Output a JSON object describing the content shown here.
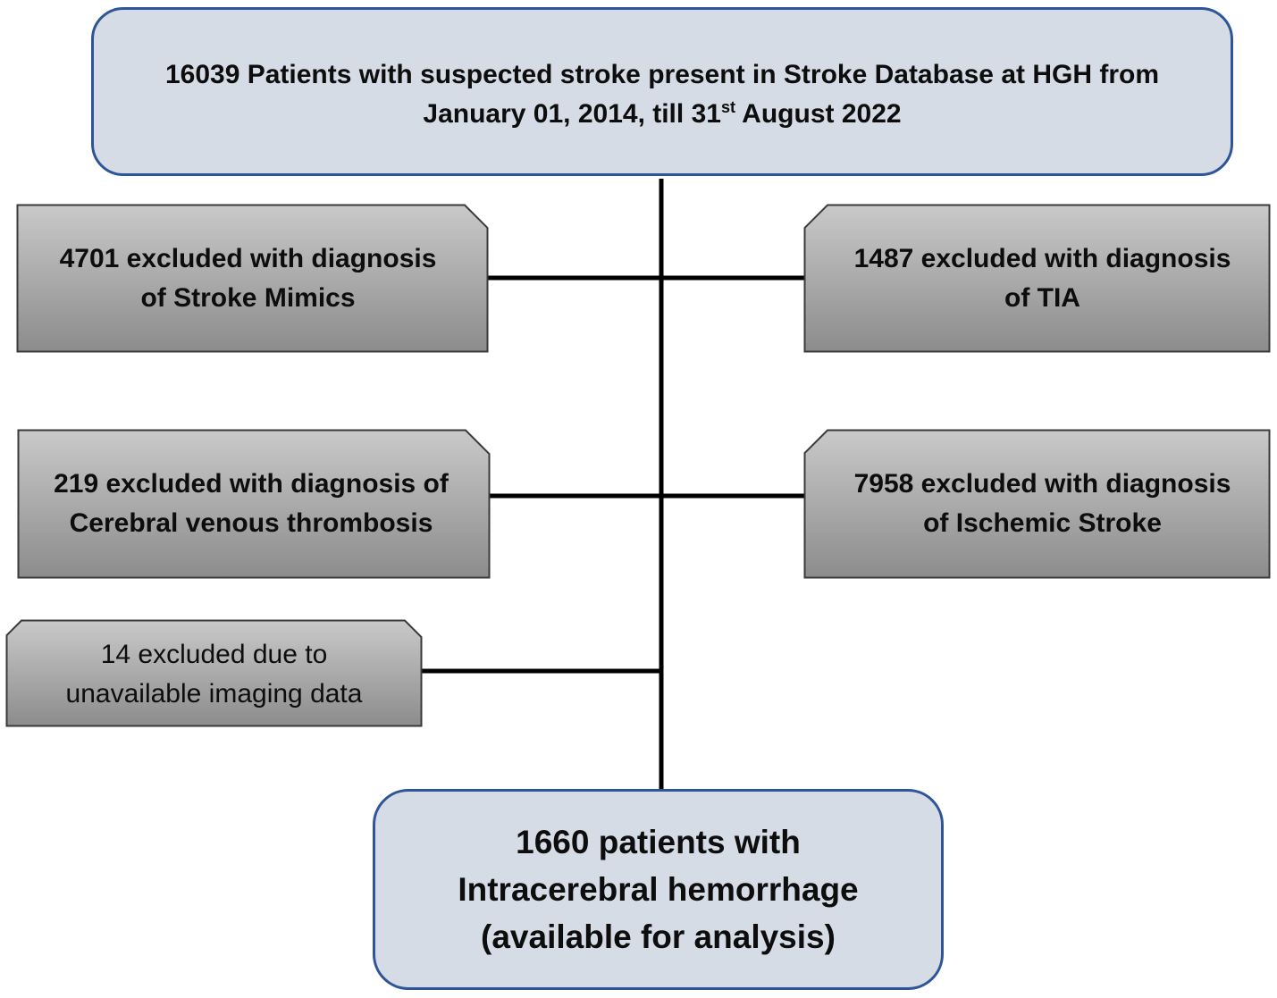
{
  "top_box": {
    "text_line1": "16039 Patients with suspected stroke present in Stroke Database at HGH from",
    "text_line2_pre": "January 01, 2014, till 31",
    "text_line2_sup": "st",
    "text_line2_post": " August 2022"
  },
  "exclusions": [
    {
      "line1": "4701 excluded with diagnosis",
      "line2": "of Stroke Mimics"
    },
    {
      "line1": "1487 excluded with diagnosis",
      "line2": "of TIA"
    },
    {
      "line1": "219 excluded with diagnosis of",
      "line2": "Cerebral venous thrombosis"
    },
    {
      "line1": "7958 excluded with diagnosis",
      "line2": "of Ischemic Stroke"
    },
    {
      "line1": "14 excluded due to",
      "line2": "unavailable imaging data"
    }
  ],
  "bottom_box": {
    "line1": "1660 patients with",
    "line2": "Intracerebral hemorrhage",
    "line3": "(available for analysis)"
  },
  "colors": {
    "blue_fill": "#d6dce5",
    "blue_border": "#2e5597",
    "gray_gradient_light": "#c8c8c8",
    "gray_gradient_dark": "#8a8a8a",
    "connector": "#000000"
  }
}
